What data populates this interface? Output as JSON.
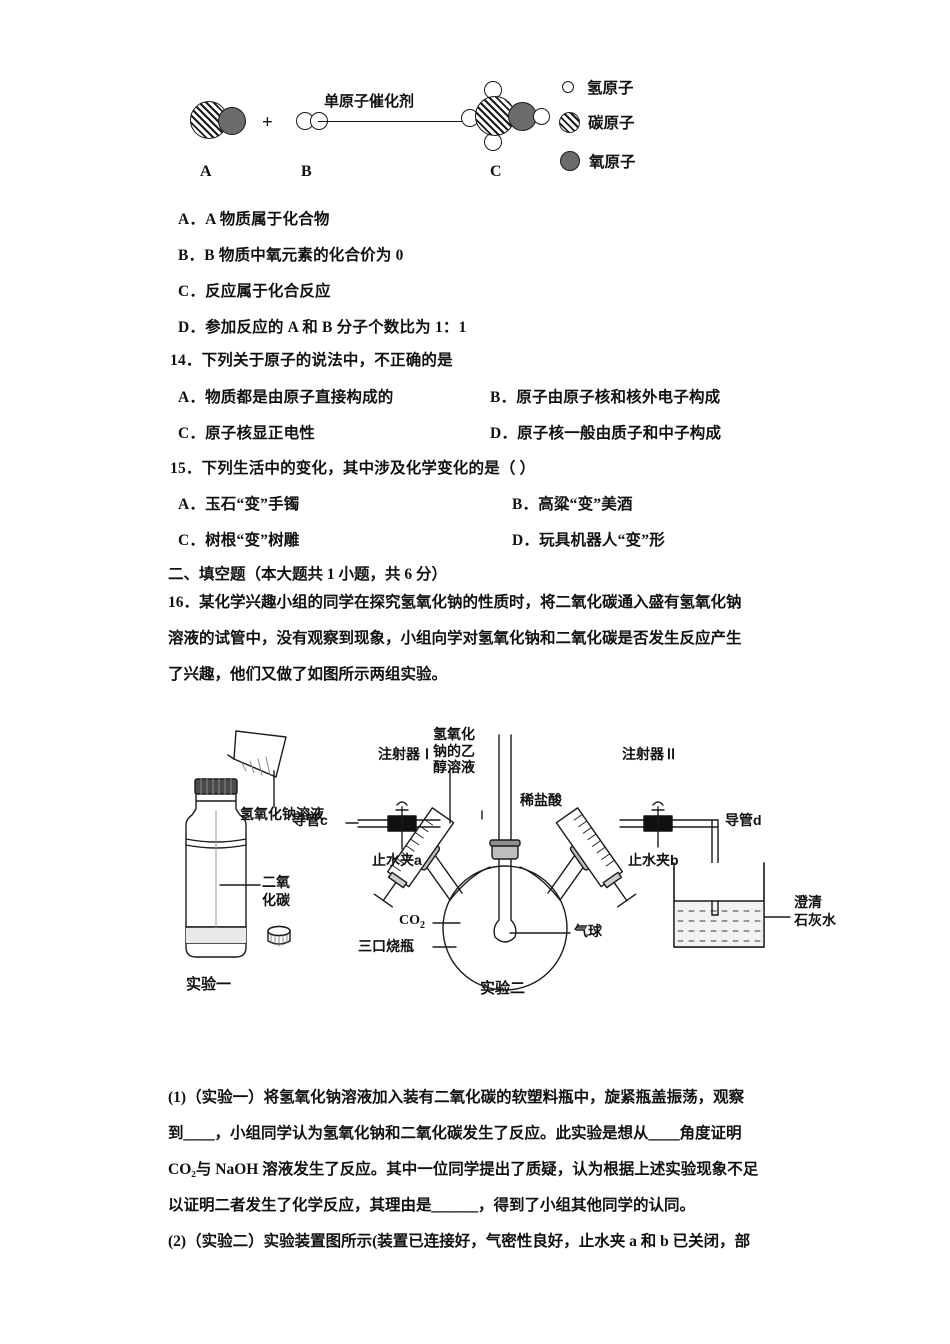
{
  "reaction_diagram": {
    "arrow_label": "单原子催化剂",
    "reactant_a_label": "A",
    "reactant_b_label": "B",
    "product_c_label": "C",
    "plus": "+",
    "legend": [
      {
        "icon": "open-circle",
        "label": "氢原子"
      },
      {
        "icon": "hatched-circle",
        "label": "碳原子"
      },
      {
        "icon": "gray-circle",
        "label": "氧原子"
      }
    ]
  },
  "question_13_options": [
    {
      "letter": "A．",
      "text": "A 物质属于化合物"
    },
    {
      "letter": "B．",
      "text": "B 物质中氧元素的化合价为 0"
    },
    {
      "letter": "C．",
      "text": "反应属于化合反应"
    },
    {
      "letter": "D．",
      "text": "参加反应的 A 和 B 分子个数比为 1：1"
    }
  ],
  "question_14": {
    "number": "14．",
    "stem": "下列关于原子的说法中，不正确的是",
    "options": [
      {
        "letter": "A．",
        "text": "物质都是由原子直接构成的"
      },
      {
        "letter": "B．",
        "text": "原子由原子核和核外电子构成"
      },
      {
        "letter": "C．",
        "text": "原子核显正电性"
      },
      {
        "letter": "D．",
        "text": "原子核一般由质子和中子构成"
      }
    ]
  },
  "question_15": {
    "number": "15．",
    "stem": "下列生活中的变化，其中涉及化学变化的是（  ）",
    "options": [
      {
        "letter": "A．",
        "text": "玉石“变”手镯"
      },
      {
        "letter": "B．",
        "text": "高粱“变”美酒"
      },
      {
        "letter": "C．",
        "text": "树根“变”树雕"
      },
      {
        "letter": "D．",
        "text": "玩具机器人“变”形"
      }
    ]
  },
  "section_two": {
    "heading": "二、填空题（本大题共 1 小题，共 6 分）",
    "question_16": {
      "number": "16．",
      "lines": [
        "某化学兴趣小组的同学在探究氢氧化钠的性质时，将二氧化碳通入盛有氢氧化钠",
        "溶液的试管中，没有观察到现象，小组向学对氢氧化钠和二氧化碳是否发生反应产生",
        "了兴趣，他们又做了如图所示两组实验。"
      ]
    }
  },
  "apparatus_figure": {
    "experiment_one": {
      "caption": "实验一",
      "labels": {
        "naoh_solution": "氢氧化钠溶液",
        "carbon_dioxide_line1": "二氧",
        "carbon_dioxide_line2": "化碳"
      }
    },
    "experiment_two": {
      "caption": "实验二",
      "labels": {
        "syringe_1": "注射器Ⅰ",
        "syringe_2": "注射器Ⅱ",
        "tube_c": "导管c",
        "tube_d": "导管d",
        "clamp_a": "止水夹a",
        "clamp_b": "止水夹b",
        "naoh_ethanol_line1": "氢氧化",
        "naoh_ethanol_line2": "钠的乙",
        "naoh_ethanol_line3": "醇溶液",
        "dilute_hcl": "稀盐酸",
        "co2": "CO",
        "co2_sub": "2",
        "three_neck_flask": "三口烧瓶",
        "balloon": "气球",
        "limewater_line1": "澄清",
        "limewater_line2": "石灰水"
      }
    }
  },
  "answers_section": {
    "part1": {
      "number": "(1)",
      "lines": [
        "（实验一）将氢氧化钠溶液加入装有二氧化碳的软塑料瓶中，旋紧瓶盖振荡，观察",
        "到＿＿，小组同学认为氢氧化钠和二氧化碳发生了反应。此实验是想从＿＿角度证明",
        "CO₂与 NaOH 溶液发生了反应。其中一位同学提出了质疑，认为根据上述实验现象不足",
        "以证明二者发生了化学反应，其理由是＿＿＿，得到了小组其他同学的认同。"
      ]
    },
    "part2": {
      "number": "(2)",
      "lines": [
        "（实验二）实验装置图所示(装置已连接好，气密性良好，止水夹 a 和 b 已关闭，部"
      ]
    }
  },
  "colors": {
    "ink": "#111111",
    "oxygen_gray": "#6b6b6b",
    "page_bg": "#ffffff"
  }
}
